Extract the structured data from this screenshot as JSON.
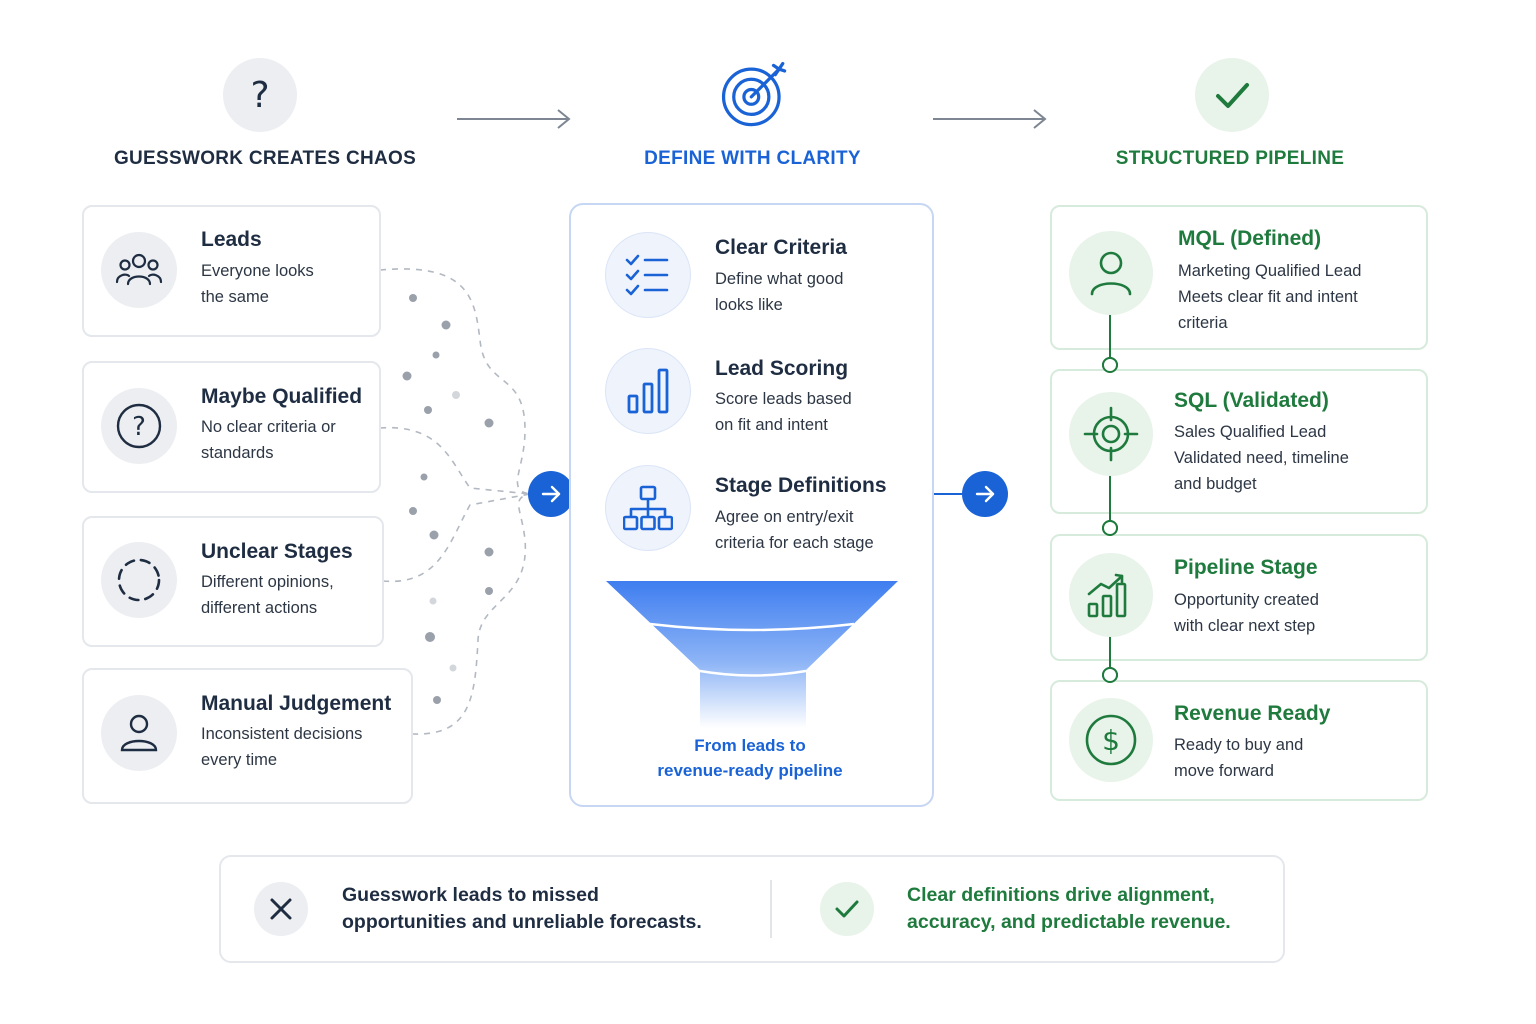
{
  "columns": {
    "left": {
      "title": "GUESSWORK CREATES CHAOS",
      "icon": "question-icon"
    },
    "center": {
      "title": "DEFINE WITH CLARITY",
      "icon": "target-icon"
    },
    "right": {
      "title": "STRUCTURED PIPELINE",
      "icon": "check-icon"
    }
  },
  "left_cards": [
    {
      "title": "Leads",
      "line1": "Everyone looks",
      "line2": "the same",
      "icon": "people-group-icon"
    },
    {
      "title": "Maybe Qualified",
      "line1": "No clear criteria or",
      "line2": "standards",
      "icon": "question-circle-icon"
    },
    {
      "title": "Unclear Stages",
      "line1": "Different opinions,",
      "line2": "different actions",
      "icon": "dashed-circle-icon"
    },
    {
      "title": "Manual Judgement",
      "line1": "Inconsistent decisions",
      "line2": "every time",
      "icon": "user-icon"
    }
  ],
  "center_items": [
    {
      "title": "Clear Criteria",
      "line1": "Define what good",
      "line2": "looks like",
      "icon": "checklist-icon"
    },
    {
      "title": "Lead Scoring",
      "line1": "Score leads based",
      "line2": "on fit and intent",
      "icon": "bar-chart-icon"
    },
    {
      "title": "Stage Definitions",
      "line1": "Agree on entry/exit",
      "line2": "criteria for each stage",
      "icon": "hierarchy-icon"
    }
  ],
  "funnel": {
    "line1": "From leads to",
    "line2": "revenue-ready pipeline"
  },
  "right_cards": [
    {
      "title": "MQL (Defined)",
      "line1": "Marketing Qualified Lead",
      "line2": "Meets clear fit and intent",
      "line3": "criteria",
      "icon": "user-icon"
    },
    {
      "title": "SQL (Validated)",
      "line1": "Sales Qualified Lead",
      "line2": "Validated need, timeline",
      "line3": "and budget",
      "icon": "crosshair-icon"
    },
    {
      "title": "Pipeline Stage",
      "line1": "Opportunity created",
      "line2": "with clear next step",
      "icon": "growth-chart-icon"
    },
    {
      "title": "Revenue Ready",
      "line1": "Ready to buy and",
      "line2": "move forward",
      "icon": "dollar-icon"
    }
  ],
  "bottom": {
    "negative": {
      "line1": "Guesswork leads to missed",
      "line2": "opportunities and unreliable forecasts.",
      "icon": "x-icon"
    },
    "positive": {
      "line1": "Clear definitions drive alignment,",
      "line2": "accuracy, and predictable revenue.",
      "icon": "check-icon"
    }
  },
  "colors": {
    "blue": "#1a63d6",
    "green": "#1f7a3d",
    "dark": "#1f2d42",
    "gray": "#8a919b"
  }
}
